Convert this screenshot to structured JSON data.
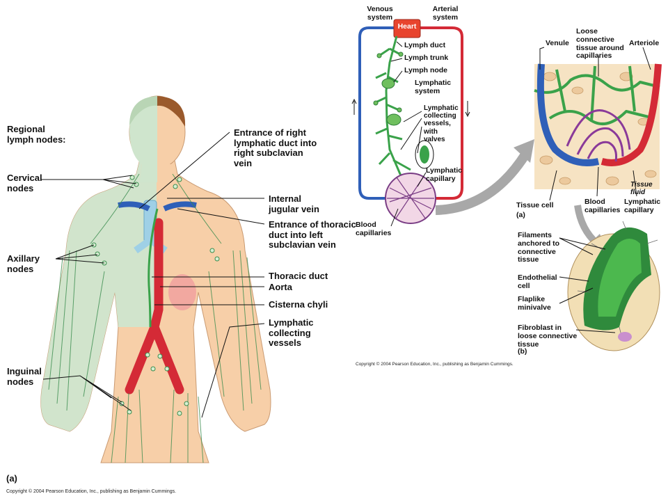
{
  "figure_a": {
    "heading": "Regional lymph nodes:",
    "part_label": "(a)",
    "labels": {
      "cervical": "Cervical nodes",
      "axillary": "Axillary nodes",
      "inguinal": "Inguinal nodes",
      "right_duct": "Entrance of right lymphatic duct into right subclavian vein",
      "jugular": "Internal jugular vein",
      "thoracic_entrance": "Entrance of thoracic duct into left subclavian vein",
      "thoracic_duct": "Thoracic duct",
      "aorta": "Aorta",
      "cisterna": "Cisterna chyli",
      "collecting": "Lymphatic collecting vessels"
    },
    "copyright": "Copyright © 2004 Pearson Education, Inc., publishing as Benjamin Cummings."
  },
  "figure_circulation": {
    "venous": "Venous system",
    "arterial": "Arterial system",
    "heart": "Heart",
    "lymph_duct": "Lymph duct",
    "lymph_trunk": "Lymph trunk",
    "lymph_node": "Lymph node",
    "lymphatic_system": "Lymphatic system",
    "collecting_valves": "Lymphatic collecting vessels, with valves",
    "lymphatic_capillary": "Lymphatic capillary",
    "blood_capillaries": "Blood capillaries",
    "copyright": "Copyright © 2004 Pearson Education, Inc., publishing as Benjamin Cummings."
  },
  "figure_detail_a": {
    "part_label": "(a)",
    "venule": "Venule",
    "loose_tissue": "Loose connective tissue around capillaries",
    "arteriole": "Arteriole",
    "tissue_cell": "Tissue cell",
    "blood_capillaries": "Blood capillaries",
    "lymphatic_capillary": "Lymphatic capillary",
    "tissue_fluid": "Tissue fluid"
  },
  "figure_detail_b": {
    "part_label": "(b)",
    "filaments": "Filaments anchored to connective tissue",
    "endothelial": "Endothelial cell",
    "flaplike": "Flaplike minivalve",
    "fibroblast": "Fibroblast in loose connective tissue"
  },
  "colors": {
    "vein_blue": "#2f5fb8",
    "artery_red": "#d42a36",
    "lymph_green": "#3aa24a",
    "skin": "#f7cfa8",
    "hair": "#9a5a2c",
    "shaded_region": "#cfe5cd",
    "arrow_gray": "#a8a8a8",
    "tissue_bg": "#f6e3c3"
  }
}
